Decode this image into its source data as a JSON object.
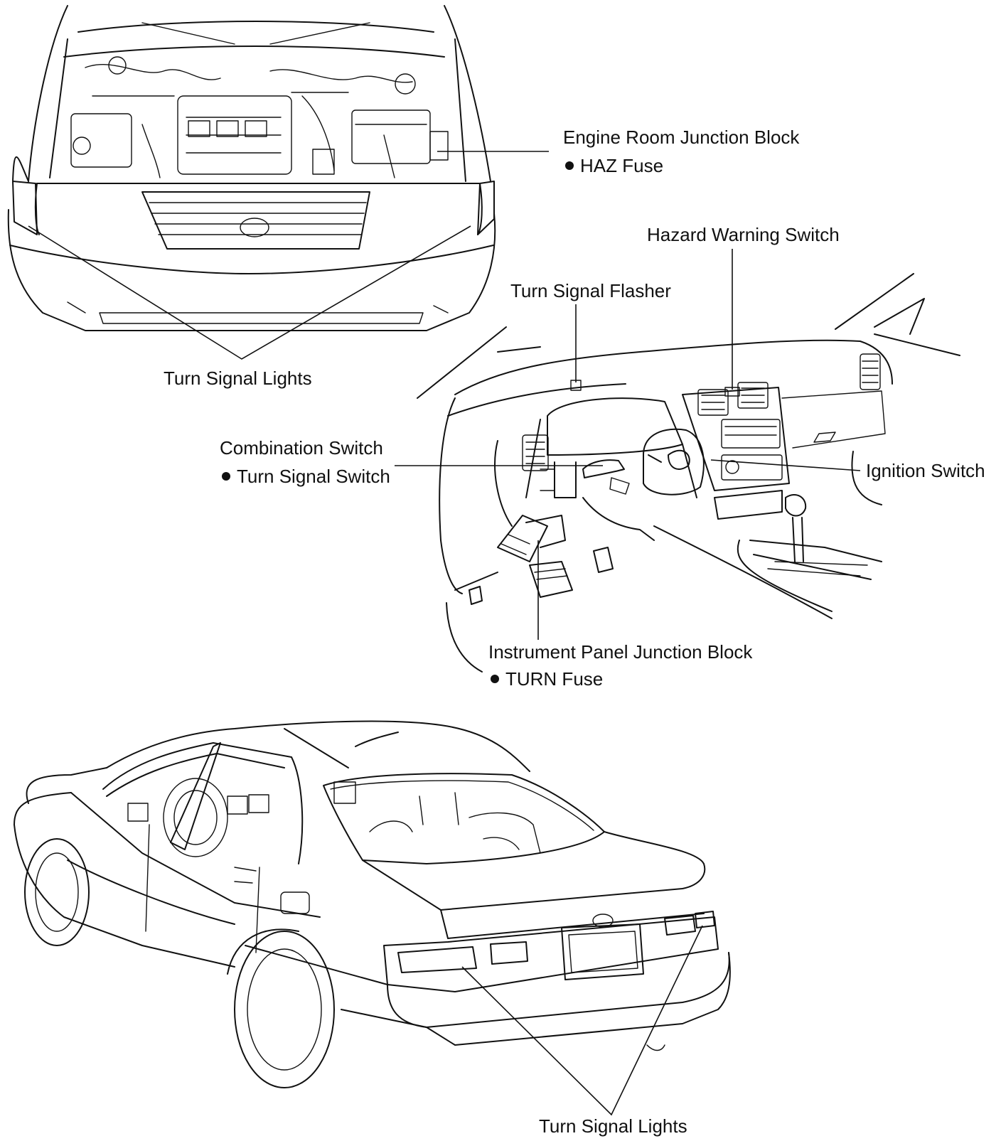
{
  "labels": {
    "engine_room_jb": "Engine Room Junction Block",
    "haz_fuse": "HAZ Fuse",
    "hazard_switch": "Hazard Warning Switch",
    "turn_flasher": "Turn Signal Flasher",
    "front_turn_lights": "Turn Signal Lights",
    "combination_switch": "Combination Switch",
    "turn_signal_switch": "Turn Signal Switch",
    "ignition_switch": "Ignition Switch",
    "instrument_jb": "Instrument Panel Junction Block",
    "turn_fuse": "TURN Fuse",
    "rear_turn_lights": "Turn Signal Lights"
  }
}
